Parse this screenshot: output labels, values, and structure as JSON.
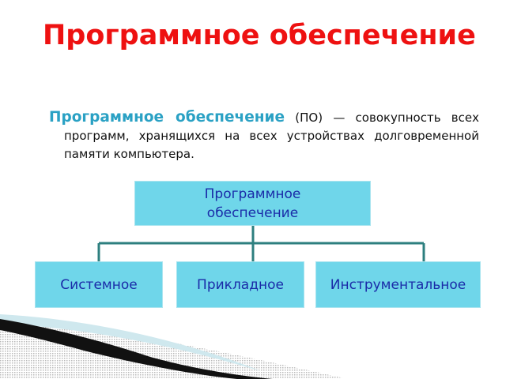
{
  "title": "Программное обеспечение",
  "definition": {
    "term": "Программное обеспечение",
    "abbr": "(ПО)",
    "text": " — совокупность всех программ, хранящихся на всех устройствах долговременной памяти компьютера."
  },
  "diagram": {
    "root": "Программное обеспечение",
    "children": [
      "Системное",
      "Прикладное",
      "Инструментальное"
    ]
  },
  "colors": {
    "title": "#ee1111",
    "term": "#2aa1c4",
    "box_fill": "#6fd6ea",
    "box_text": "#1a2ba8",
    "connector": "#2d7f7f"
  }
}
